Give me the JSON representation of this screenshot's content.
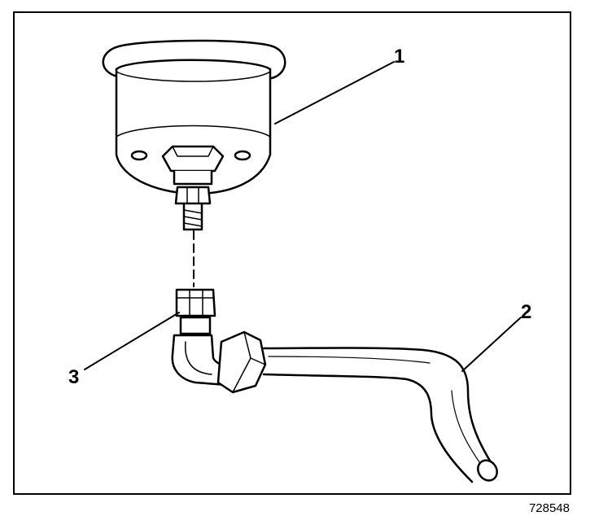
{
  "callouts": {
    "c1": "1",
    "c2": "2",
    "c3": "3"
  },
  "figure_id": "728548"
}
